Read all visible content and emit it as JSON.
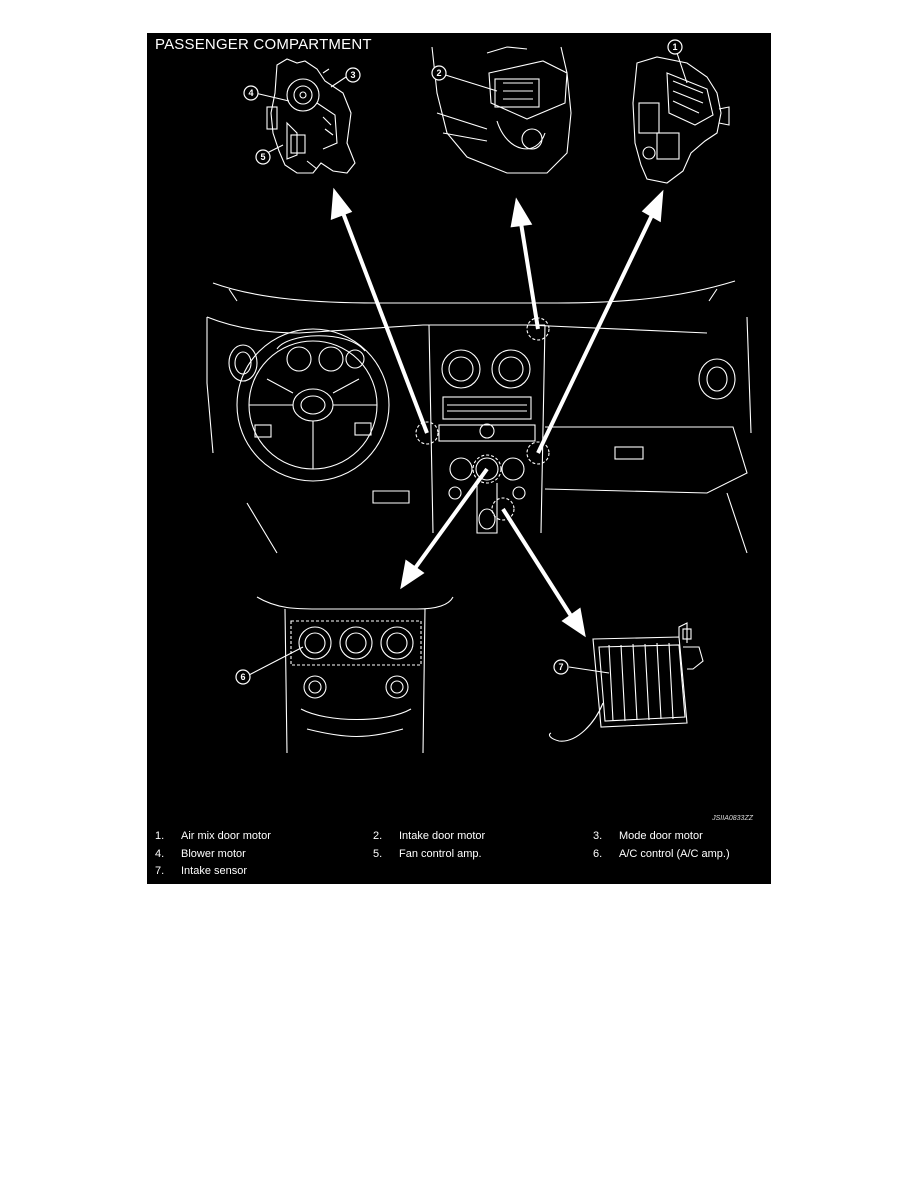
{
  "figure": {
    "title": "PASSENGER COMPARTMENT",
    "image_code": "JSIIA0833ZZ",
    "callouts": [
      "1",
      "2",
      "3",
      "4",
      "5",
      "6",
      "7"
    ]
  },
  "legend": [
    {
      "num": "1.",
      "label": "Air mix door motor"
    },
    {
      "num": "2.",
      "label": "Intake door motor"
    },
    {
      "num": "3.",
      "label": "Mode door motor"
    },
    {
      "num": "4.",
      "label": "Blower motor"
    },
    {
      "num": "5.",
      "label": "Fan control amp."
    },
    {
      "num": "6.",
      "label": "A/C control (A/C amp.)"
    },
    {
      "num": "7.",
      "label": "Intake sensor"
    }
  ],
  "colors": {
    "background": "#000000",
    "lines": "#ffffff"
  }
}
